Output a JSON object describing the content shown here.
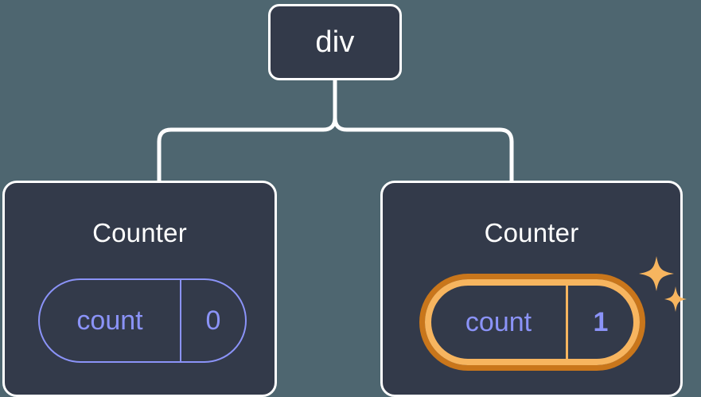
{
  "diagram": {
    "type": "component-tree",
    "background_color": "#4e6670",
    "node_fill_color": "#333a4a",
    "node_border_color": "#ffffff",
    "connector_color": "#ffffff",
    "state_color": "#8b93f8",
    "highlight_outer_color": "#c9761b",
    "highlight_inner_color": "#f7b55f",
    "sparkle_color": "#f7b55f"
  },
  "root": {
    "label": "div"
  },
  "children": [
    {
      "title": "Counter",
      "state": {
        "key": "count",
        "value": "0"
      },
      "highlighted": false
    },
    {
      "title": "Counter",
      "state": {
        "key": "count",
        "value": "1"
      },
      "highlighted": true,
      "sparkle_icons": [
        "sparkle-large-icon",
        "sparkle-small-icon"
      ]
    }
  ]
}
